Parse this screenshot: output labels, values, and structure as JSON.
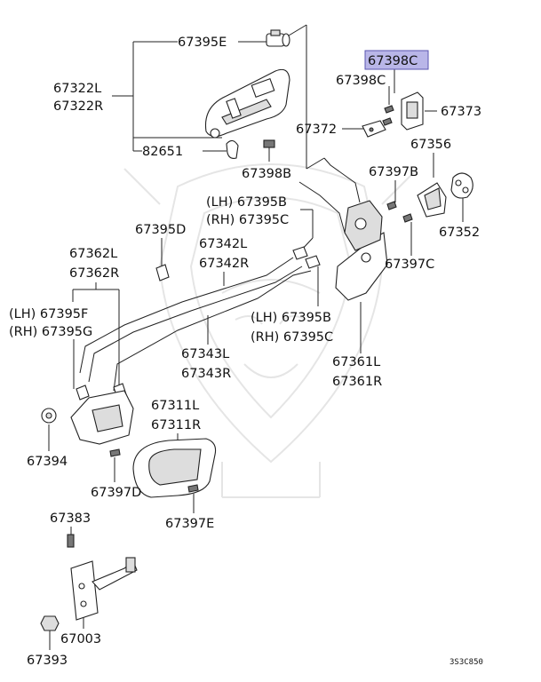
{
  "diagram": {
    "diagram_code": "3S3C850",
    "highlighted_part": "67398C",
    "labels": {
      "l67395E": "67395E",
      "l67322L": "67322L",
      "l67322R": "67322R",
      "l82651": "82651",
      "l67398B": "67398B",
      "l67398C_hl": "67398C",
      "l67398C": "67398C",
      "l67373": "67373",
      "l67372": "67372",
      "l67356": "67356",
      "l67397B": "67397B",
      "l67352": "67352",
      "l67397C": "67397C",
      "l67395B_lh": "(LH) 67395B",
      "l67395C_rh": "(RH) 67395C",
      "l67395D": "67395D",
      "l67342L": "67342L",
      "l67342R": "67342R",
      "l67362L": "67362L",
      "l67362R": "67362R",
      "l67395F_lh": "(LH) 67395F",
      "l67395G_rh": "(RH) 67395G",
      "l67395B_lh2": "(LH) 67395B",
      "l67395C_rh2": "(RH) 67395C",
      "l67343L": "67343L",
      "l67343R": "67343R",
      "l67361L": "67361L",
      "l67361R": "67361R",
      "l67311L": "67311L",
      "l67311R": "67311R",
      "l67394": "67394",
      "l67397D": "67397D",
      "l67397E": "67397E",
      "l67383": "67383",
      "l67003": "67003",
      "l67393": "67393"
    }
  }
}
